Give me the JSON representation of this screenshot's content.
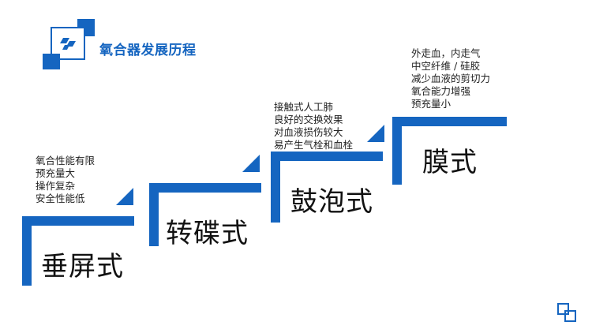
{
  "header": {
    "title": "氧合器发展历程",
    "logo_icon": "stacked-squares-logo-icon"
  },
  "stages": [
    {
      "label": "垂屏式",
      "features": [
        "氧合性能有限",
        "预充量大",
        "操作复杂",
        "安全性能低"
      ]
    },
    {
      "label": "转碟式",
      "features": []
    },
    {
      "label": "鼓泡式",
      "features": [
        "接触式人工肺",
        "良好的交换效果",
        "对血液损伤较大",
        "易产生气栓和血栓"
      ]
    },
    {
      "label": "膜式",
      "features": [
        "外走血，内走气",
        "中空纤维 / 硅胶",
        "减少血液的剪切力",
        "氧合能力增强",
        "预充量小"
      ]
    }
  ],
  "footer": {
    "corner_icon": "overlapping-squares-icon"
  },
  "colors": {
    "accent": "#1565c0",
    "text": "#222222"
  }
}
